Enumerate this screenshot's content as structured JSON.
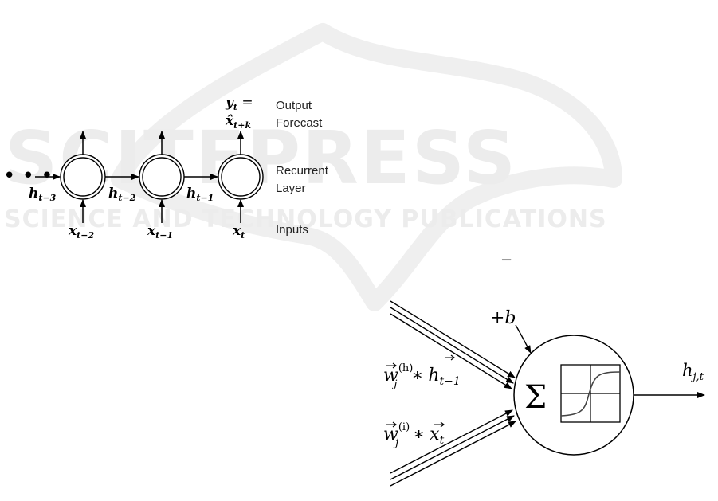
{
  "watermark": {
    "big_text": "SCITEPRESS",
    "sub_text": "SCIENCE AND TECHNOLOGY PUBLICATIONS"
  },
  "rnn": {
    "ellipsis": "• • •",
    "output_expr_line1": "y",
    "output_expr_line1_sub": "t",
    "output_expr_line1_eq": " =",
    "output_expr_line2": "x̂",
    "output_expr_line2_sub": "t+k",
    "label_output": "Output",
    "label_forecast": "Forecast",
    "label_recurrent": "Recurrent",
    "label_layer": "Layer",
    "label_inputs": "Inputs",
    "hidden": [
      {
        "base": "h",
        "sub": "t−3"
      },
      {
        "base": "h",
        "sub": "t−2"
      },
      {
        "base": "h",
        "sub": "t−1"
      }
    ],
    "inputs": [
      {
        "base": "x",
        "sub": "t−2"
      },
      {
        "base": "x",
        "sub": "t−1"
      },
      {
        "base": "x",
        "sub": "t"
      }
    ]
  },
  "minus_sign": "−",
  "neuron": {
    "bias": "+b",
    "sigma": "Σ",
    "recurrent_term": {
      "w": "w",
      "w_sup": "(h)",
      "w_sub": "j",
      "op": "∗",
      "h": "h",
      "h_sub": "t−1"
    },
    "input_term": {
      "w": "w",
      "w_sup": "(i)",
      "w_sub": "j",
      "op": "∗",
      "x": "x",
      "x_sub": "t"
    },
    "output": {
      "base": "h",
      "sub": "j,t"
    }
  }
}
